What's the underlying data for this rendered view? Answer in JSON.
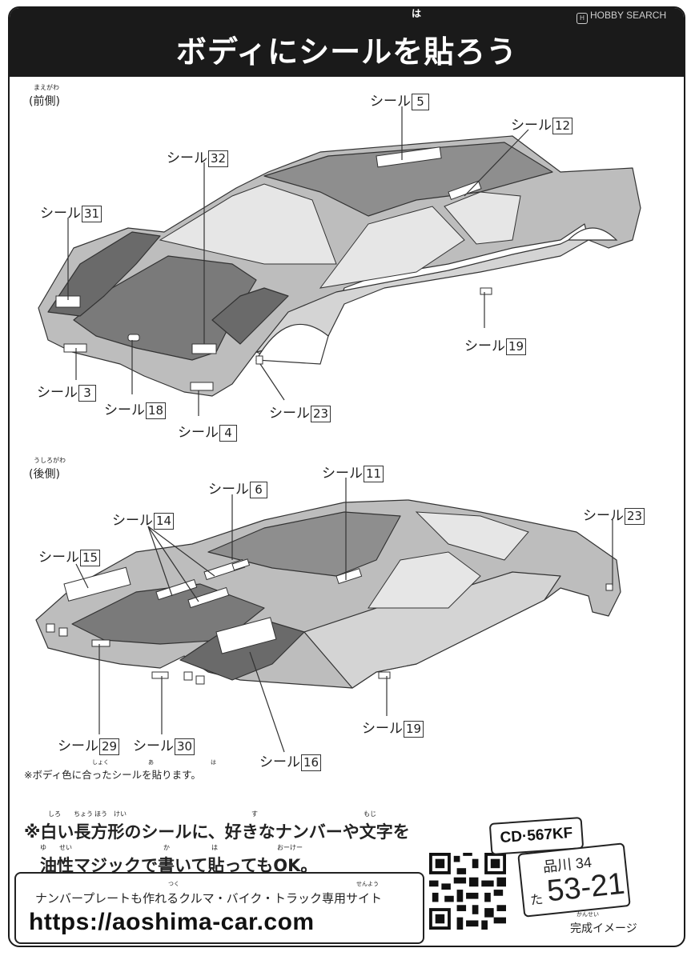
{
  "header": {
    "title": "ボディにシールを貼ろう",
    "title_ruby": "は"
  },
  "watermark": "HOBBY SEARCH",
  "front": {
    "heading": "(前側)",
    "heading_ruby": "まえがわ",
    "callouts": [
      {
        "text": "シール",
        "num": "5"
      },
      {
        "text": "シール",
        "num": "12"
      },
      {
        "text": "シール",
        "num": "32"
      },
      {
        "text": "シール",
        "num": "31"
      },
      {
        "text": "シール",
        "num": "19"
      },
      {
        "text": "シール",
        "num": "3"
      },
      {
        "text": "シール",
        "num": "18"
      },
      {
        "text": "シール",
        "num": "23"
      },
      {
        "text": "シール",
        "num": "4"
      }
    ]
  },
  "rear": {
    "heading": "(後側)",
    "heading_ruby": "うしろがわ",
    "callouts": [
      {
        "text": "シール",
        "num": "11"
      },
      {
        "text": "シール",
        "num": "6"
      },
      {
        "text": "シール",
        "num": "14"
      },
      {
        "text": "シール",
        "num": "15"
      },
      {
        "text": "シール",
        "num": "23"
      },
      {
        "text": "シール",
        "num": "19"
      },
      {
        "text": "シール",
        "num": "29"
      },
      {
        "text": "シール",
        "num": "30"
      },
      {
        "text": "シール",
        "num": "16"
      }
    ]
  },
  "note": {
    "text": "※ボディ色に合ったシールを貼ります。",
    "ruby": [
      "しょく",
      "あ",
      "は"
    ]
  },
  "tip": {
    "line1": "※白い長方形のシールに、好きなナンバーや文字を",
    "line2": "油性マジックで書いて貼ってもOK。",
    "line1_ruby": [
      "しろ",
      "ちょう",
      "ほう",
      "けい",
      "す",
      "もじ"
    ],
    "line2_ruby": [
      "ゆ",
      "せい",
      "か",
      "は",
      "おーけー"
    ]
  },
  "promo": {
    "text": "ナンバープレートも作れるクルマ・バイク・トラック専用サイト",
    "ruby_make": "つく",
    "ruby_dedicated": "せんよう",
    "url": "https://aoshima-car.com"
  },
  "plates": {
    "front": "CD·567KF",
    "rear_region": "品川 34",
    "rear_kana": "た",
    "rear_number": "53-21"
  },
  "completed": {
    "label": "完成イメージ",
    "ruby": "かんせい"
  }
}
